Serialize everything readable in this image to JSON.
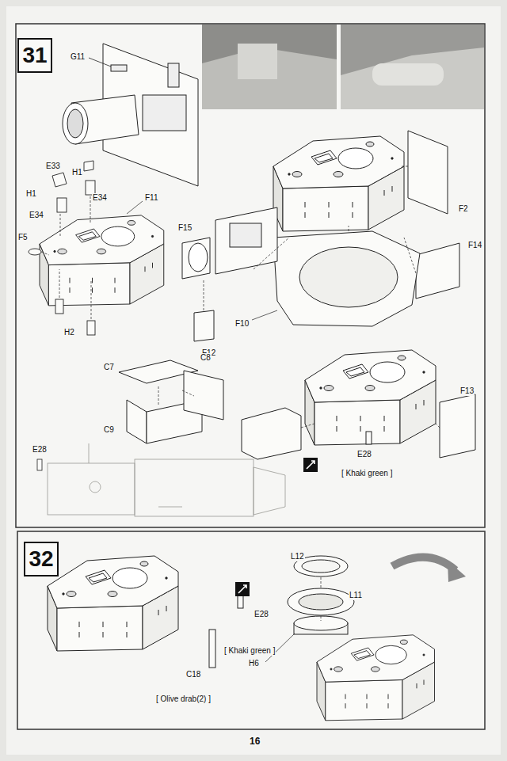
{
  "diagram": {
    "nodes": [
      {
        "text": [
          "31"
        ]
      },
      {
        "text": [
          "32"
        ]
      }
    ],
    "labels": [
      "G11",
      "E33",
      "H1",
      "H1",
      "E34",
      "E34",
      "F5",
      "F11",
      "H2",
      "F15",
      "F12",
      "F10",
      "F2",
      "F14",
      "C7",
      "C8",
      "C9",
      "E28",
      "E28",
      "[ Khaki green ]",
      "F13",
      "L12",
      "L11",
      "H6",
      "E28",
      "[ Khaki green ]",
      "C18",
      "[ Olive drab(2) ]",
      "16"
    ]
  }
}
